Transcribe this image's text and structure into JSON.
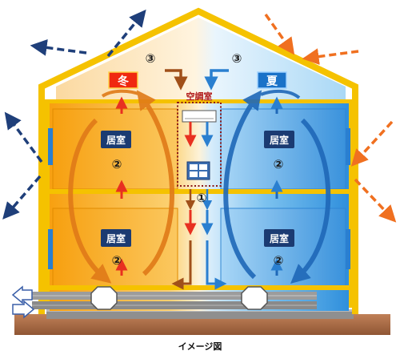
{
  "labels": {
    "winter": "冬",
    "summer": "夏",
    "room": "居室",
    "ac_room": "空調室",
    "circle_1": "①",
    "circle_2": "②",
    "circle_3": "③",
    "caption": "イメージ図"
  },
  "colors": {
    "house_frame": "#f5c200",
    "warm_room": "#f7a51c",
    "cool_room": "#3a9ae0",
    "winter_arrow": "#1f3f7a",
    "summer_arrow": "#f07020",
    "duct_red": "#e83020",
    "duct_blue": "#2a7fd0",
    "ground": "#b0714a",
    "room_label_bg": "#1b3b72"
  }
}
